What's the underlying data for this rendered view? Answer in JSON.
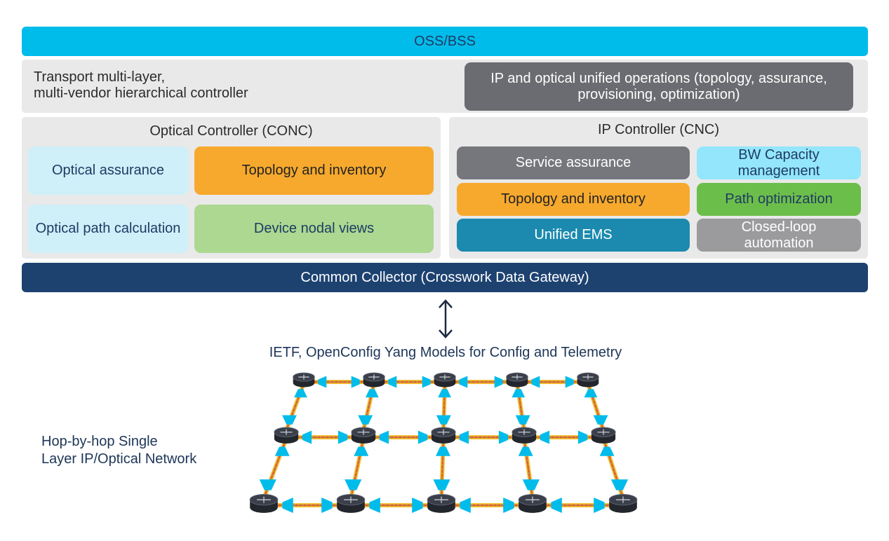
{
  "oss_bss": "OSS/BSS",
  "hierarchical": {
    "label_line1": "Transport multi-layer,",
    "label_line2": "multi-vendor hierarchical controller",
    "unified_ops_line1": "IP and optical unified operations (topology, assurance,",
    "unified_ops_line2": "provisioning, optimization)"
  },
  "optical_controller": {
    "title": "Optical Controller (CONC)",
    "optical_assurance": "Optical assurance",
    "topology_inventory": "Topology and inventory",
    "optical_path_calculation": "Optical path calculation",
    "device_nodal_views": "Device nodal views"
  },
  "ip_controller": {
    "title": "IP Controller (CNC)",
    "service_assurance": "Service assurance",
    "bw_capacity_line1": "BW Capacity",
    "bw_capacity_line2": "management",
    "topology_inventory": "Topology and inventory",
    "path_optimization": "Path optimization",
    "unified_ems": "Unified EMS",
    "closed_loop_line1": "Closed-loop",
    "closed_loop_line2": "automation"
  },
  "common_collector": "Common Collector (Crosswork Data Gateway)",
  "models_caption": "IETF, OpenConfig Yang Models for Config and Telemetry",
  "network": {
    "label_line1": "Hop-by-hop Single",
    "label_line2": "Layer IP/Optical Network"
  },
  "colors": {
    "oss_bss": "#00bceb",
    "collector": "#1d4270",
    "router": "#3b3f4a",
    "transceiver": "#00bceb"
  }
}
